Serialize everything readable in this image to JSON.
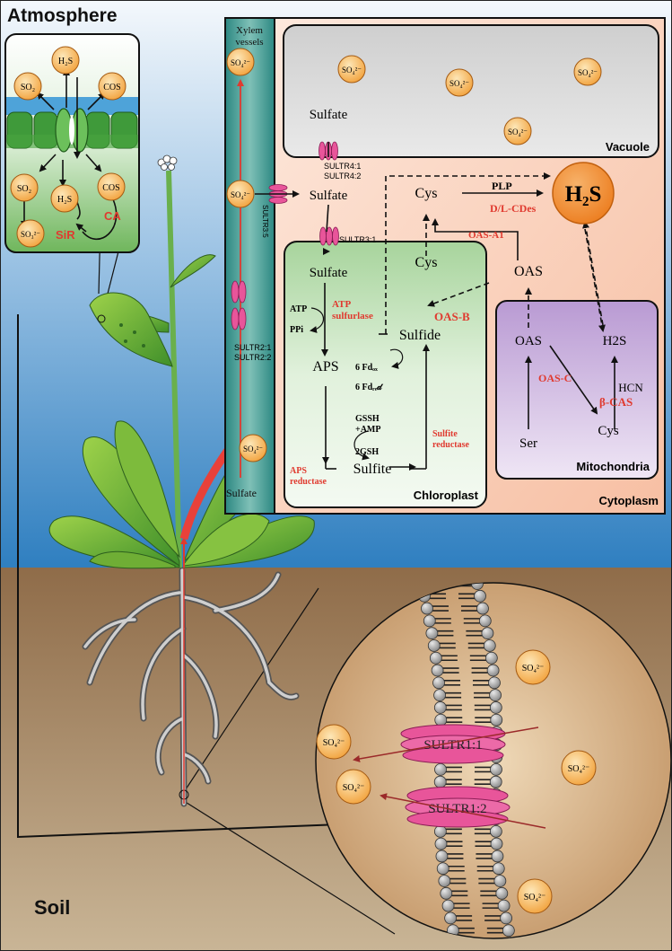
{
  "regions": {
    "atmosphere": "Atmosphere",
    "soil": "Soil",
    "xylem": [
      "Xylem",
      "vessels"
    ]
  },
  "compartments": {
    "vacuole": "Vacuole",
    "chloroplast": "Chloroplast",
    "cytoplasm": "Cytoplasm",
    "mitochondria": "Mitochondria"
  },
  "inset_leaf": {
    "h2s_top": "H₂S",
    "so2_top": "SO₂",
    "cos_top": "COS",
    "so2_low": "SO₂",
    "h2s_low": "H₂S",
    "cos_low": "COS",
    "so3": "SO₃²⁻",
    "sir": "SiR",
    "ca": "CA"
  },
  "sulfate_ion": "SO₄²⁻",
  "metabolites": {
    "sulfate_vac": "Sulfate",
    "sulfate_cyto": "Sulfate",
    "sulfate_chl": "Sulfate",
    "sulfate_xylem": "Sulfate",
    "aps": "APS",
    "sulfite": "Sulfite",
    "sulfide": "Sulfide",
    "cys_chl": "Cys",
    "cys_cyto": "Cys",
    "oas_cyto": "OAS",
    "h2s_big": "H₂S",
    "oas_mito": "OAS",
    "h2s_mito": "H2S",
    "cys_mito": "Cys",
    "ser": "Ser",
    "hcn": "HCN"
  },
  "cofactors": {
    "atp": "ATP",
    "ppi": "PPi",
    "fd_ox": "6 Fdₒₓ",
    "fd_red": "6 Fdᵣₑ𝒹",
    "gssh": "GSSH",
    "amp": "+AMP",
    "gsh": "2GSH",
    "plp": "PLP"
  },
  "enzymes": {
    "atp_sulfurylase": [
      "ATP",
      "sulfurlase"
    ],
    "aps_reductase": [
      "APS",
      "reductase"
    ],
    "sulfite_reductase": [
      "Sulfite",
      "reductase"
    ],
    "oas_b": "OAS-B",
    "oas_a1": "OAS-A1",
    "oas_c": "OAS-C",
    "cdes": "D/L-CDes",
    "beta_cas": "β-CAS"
  },
  "transporters": {
    "sultr41": "SULTR4:1",
    "sultr42": "SULTR4:2",
    "sultr31": "SULTR3:1",
    "sultr35": "SULTR3:5",
    "sultr21": "SULTR2:1",
    "sultr22": "SULTR2:2",
    "sultr11": "SULTR1:1",
    "sultr12": "SULTR1:2"
  },
  "colors": {
    "sky": "#3d86c6",
    "soil": "#8a6a48",
    "enzyme_red": "#e03a2f",
    "transporter_pink": "#e8559a",
    "chloroplast_green": "#dbeed6",
    "mito_purple": "#c9b3dc",
    "cytoplasm_peach": "#fbd9c6",
    "vacuole_gray": "#d6d6d6",
    "xylem_teal": "#3e9a94",
    "ion_orange": "#f3a23a"
  }
}
